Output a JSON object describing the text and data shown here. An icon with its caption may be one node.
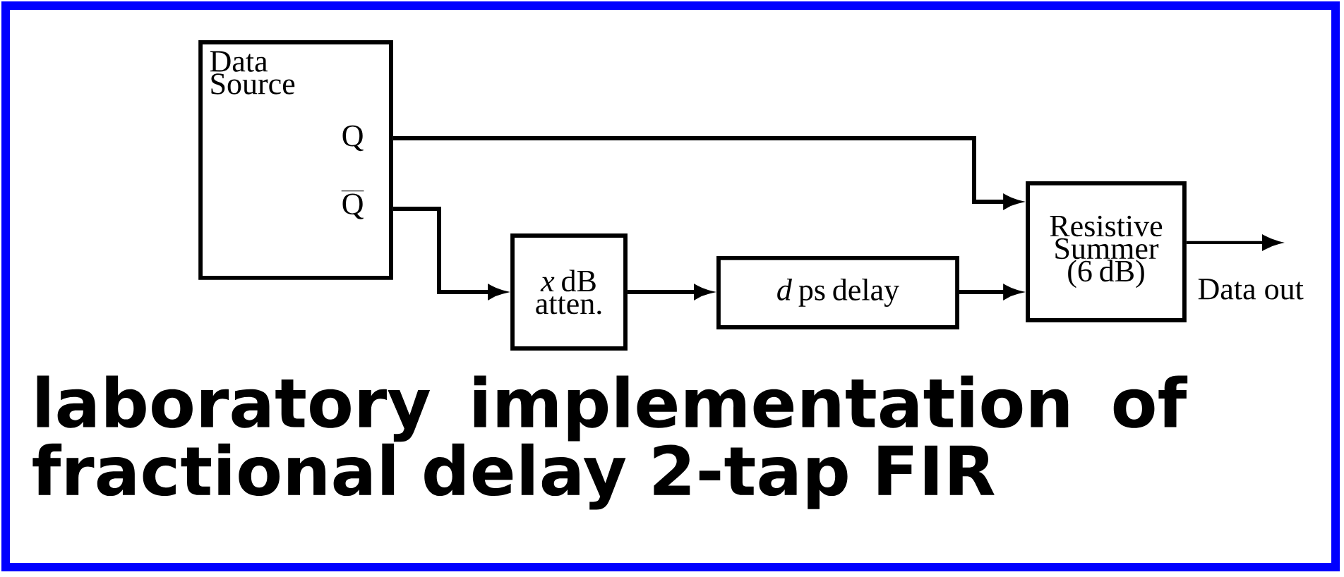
{
  "diagram": {
    "title": "laboratory implementation of fractional delay 2-tap FIR",
    "nodes": [
      {
        "text": [
          "Data Source",
          "Q",
          "\\overline{\\mathrm{Q}}"
        ]
      },
      {
        "text": [
          "*x* dB atten."
        ]
      },
      {
        "text": [
          "*d* ps delay"
        ]
      },
      {
        "text": [
          "Resistive Summer (6 dB)"
        ],
        "beside": [
          "Data out"
        ]
      }
    ],
    "edges": [
      {
        "from": 0,
        "to": 3,
        "arrow": "to"
      },
      {
        "from": 0,
        "to": 1,
        "arrow": "to"
      },
      {
        "from": 1,
        "to": 2,
        "arrow": "to"
      },
      {
        "from": 2,
        "to": 3,
        "arrow": "to"
      },
      {
        "from": 3,
        "to": null,
        "arrow": "to"
      }
    ]
  }
}
